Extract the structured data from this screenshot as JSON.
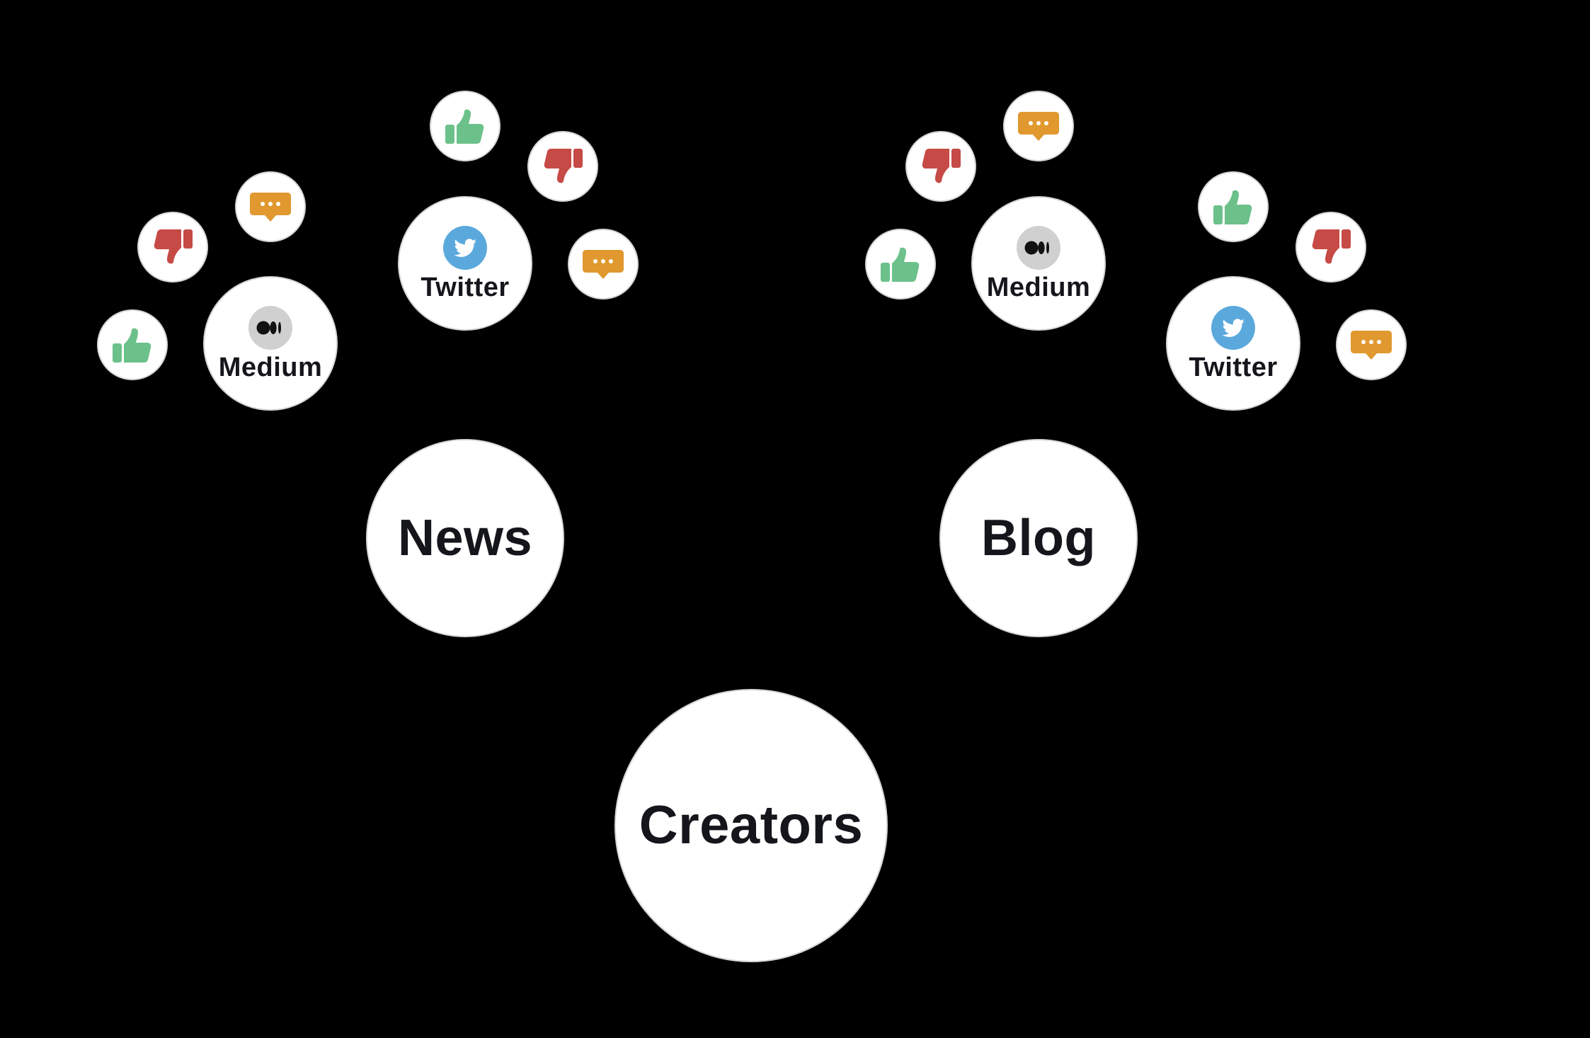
{
  "colors": {
    "background": "#000000",
    "node_fill": "#ffffff",
    "node_text": "#15151c",
    "like": "#6cc18a",
    "dislike": "#c64a45",
    "comment": "#e0982f",
    "twitter": "#5ba9dc",
    "medium_badge": "#d0d0d0"
  },
  "root": {
    "label": "Creators"
  },
  "categories": [
    {
      "label": "News",
      "platforms": [
        {
          "label": "Medium",
          "icon": "medium-icon",
          "reactions": [
            "like",
            "dislike",
            "comment"
          ]
        },
        {
          "label": "Twitter",
          "icon": "twitter-icon",
          "reactions": [
            "like",
            "dislike",
            "comment"
          ]
        }
      ]
    },
    {
      "label": "Blog",
      "platforms": [
        {
          "label": "Medium",
          "icon": "medium-icon",
          "reactions": [
            "like",
            "dislike",
            "comment"
          ]
        },
        {
          "label": "Twitter",
          "icon": "twitter-icon",
          "reactions": [
            "like",
            "dislike",
            "comment"
          ]
        }
      ]
    }
  ]
}
